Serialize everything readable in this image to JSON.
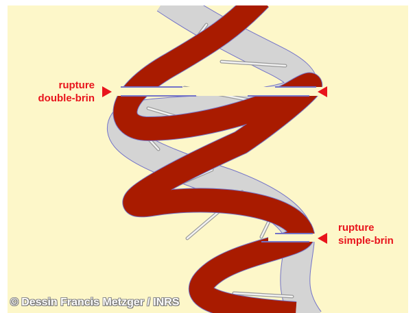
{
  "labels": {
    "double_break_line1": "rupture",
    "double_break_line2": "double-brin",
    "single_break_line1": "rupture",
    "single_break_line2": "simple-brin"
  },
  "credit": "© Dessin Francis Metzger / INRS",
  "colors": {
    "background": "#fdf7c9",
    "red_strand": "#a91b00",
    "gray_strand": "#d4d4d4",
    "strand_outline": "#7373c8",
    "marker": "#e8141c"
  }
}
